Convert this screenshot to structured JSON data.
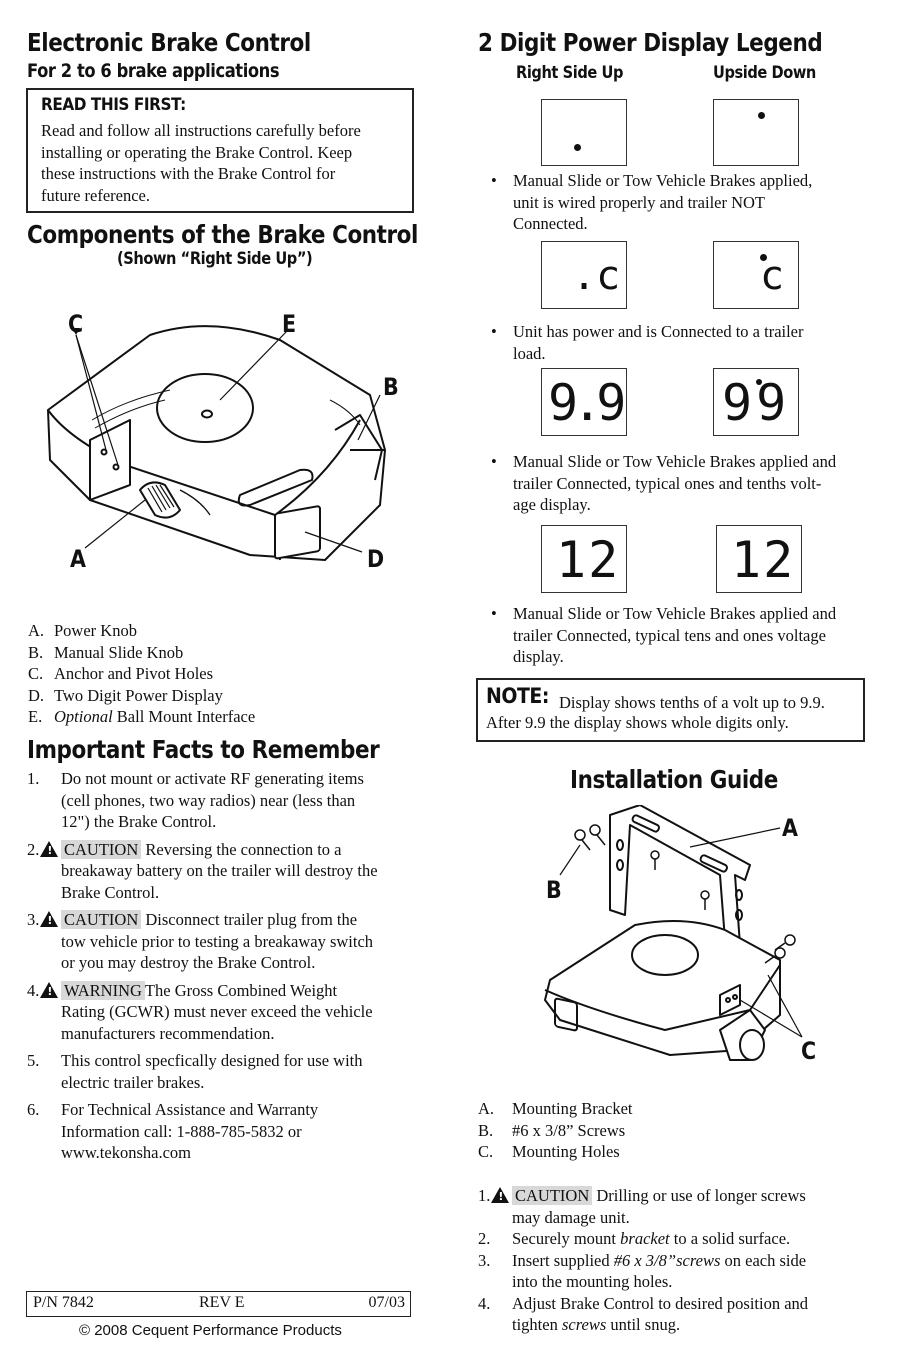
{
  "left": {
    "title": "Electronic Brake Control",
    "subtitle": "For 2 to 6 brake applications",
    "read_first": {
      "heading": "READ THIS FIRST:",
      "lines": [
        "Read and follow all instructions carefully before",
        "installing or operating the Brake Control.  Keep",
        "these instructions with the Brake Control for",
        "future reference."
      ]
    },
    "components_title": "Components of the Brake Control",
    "components_subtitle": "(Shown “Right Side Up”)",
    "diagram_labels": {
      "a": "A",
      "b": "B",
      "c": "C",
      "d": "D",
      "e": "E"
    },
    "components": [
      {
        "letter": "A.",
        "text": "Power Knob"
      },
      {
        "letter": "B.",
        "text": "Manual Slide Knob"
      },
      {
        "letter": "C.",
        "text": "Anchor and Pivot Holes"
      },
      {
        "letter": "D.",
        "text": "Two Digit Power Display"
      },
      {
        "letter": "E.",
        "text": "Ball Mount Interface",
        "italic_prefix": "Optional"
      }
    ],
    "facts_title": "Important Facts to Remember",
    "facts": [
      {
        "num": "1.",
        "lines": [
          "Do not mount or activate RF generating items",
          "(cell phones, two way radios) near (less than",
          "12\") the Brake Control."
        ]
      },
      {
        "num": "2.",
        "tag": "CAUTION",
        "lines": [
          "Reversing the connection to a",
          "breakaway battery on the trailer will destroy the",
          "Brake Control."
        ]
      },
      {
        "num": "3.",
        "tag": "CAUTION",
        "lines": [
          "Disconnect trailer plug from the",
          "tow vehicle prior to testing a breakaway switch",
          "or you may destroy the Brake Control."
        ]
      },
      {
        "num": "4.",
        "tag": "WARNING",
        "lines": [
          "The Gross Combined Weight",
          "Rating (GCWR) must never exceed the vehicle",
          "manufacturers recommendation."
        ]
      },
      {
        "num": "5.",
        "lines": [
          "This control specfically designed for use with",
          "electric trailer brakes."
        ]
      },
      {
        "num": "6.",
        "lines": [
          "For Technical Assistance and Warranty",
          "Information call:  1-888-785-5832 or",
          "www.tekonsha.com"
        ]
      }
    ],
    "footer": {
      "pn": "P/N 7842",
      "rev": "REV E",
      "date": "07/03",
      "copyright": "© 2008 Cequent Performance Products"
    }
  },
  "right": {
    "title": "2 Digit Power Display Legend",
    "col_right_side_up": "Right Side Up",
    "col_upside_down": "Upside Down",
    "displays": {
      "d2_left": ".c",
      "d2_right": "c",
      "d3_left": "9.9",
      "d3_right": "99",
      "d4_left": "12",
      "d4_right": "12"
    },
    "legend_items": [
      {
        "lines": [
          "Manual Slide or Tow Vehicle Brakes applied,",
          "unit is wired properly and trailer NOT",
          "Connected."
        ]
      },
      {
        "lines": [
          "Unit has power and is Connected to a trailer",
          "load."
        ]
      },
      {
        "lines": [
          "Manual Slide or Tow Vehicle Brakes applied and",
          "trailer Connected, typical ones and tenths volt-",
          "age display."
        ]
      },
      {
        "lines": [
          "Manual Slide or Tow Vehicle Brakes applied and",
          "trailer Connected, typical tens and ones voltage",
          "display."
        ]
      }
    ],
    "note": {
      "label": "NOTE:",
      "line1": "Display shows tenths of a volt up to 9.9.",
      "line2": "After 9.9 the display shows whole digits only."
    },
    "install_title": "Installation Guide",
    "install_labels": {
      "a": "A",
      "b": "B",
      "c": "C"
    },
    "install_parts": [
      {
        "letter": "A.",
        "text": "Mounting Bracket"
      },
      {
        "letter": "B.",
        "text": "#6 x 3/8” Screws"
      },
      {
        "letter": "C.",
        "text": "Mounting Holes"
      }
    ],
    "steps": [
      {
        "num": "1.",
        "tag": "CAUTION",
        "lines": [
          "Drilling or use of longer screws",
          "may damage unit."
        ]
      },
      {
        "num": "2.",
        "parts": [
          "Securely mount ",
          "bracket",
          " to a solid surface."
        ]
      },
      {
        "num": "3.",
        "parts": [
          "Insert supplied ",
          "#6 x 3/8”screws",
          " on each side"
        ],
        "line2": "into the mounting holes."
      },
      {
        "num": "4.",
        "lines": [
          "Adjust Brake Control to desired position and"
        ],
        "parts2": [
          "tighten ",
          "screws",
          " until snug."
        ]
      }
    ]
  }
}
